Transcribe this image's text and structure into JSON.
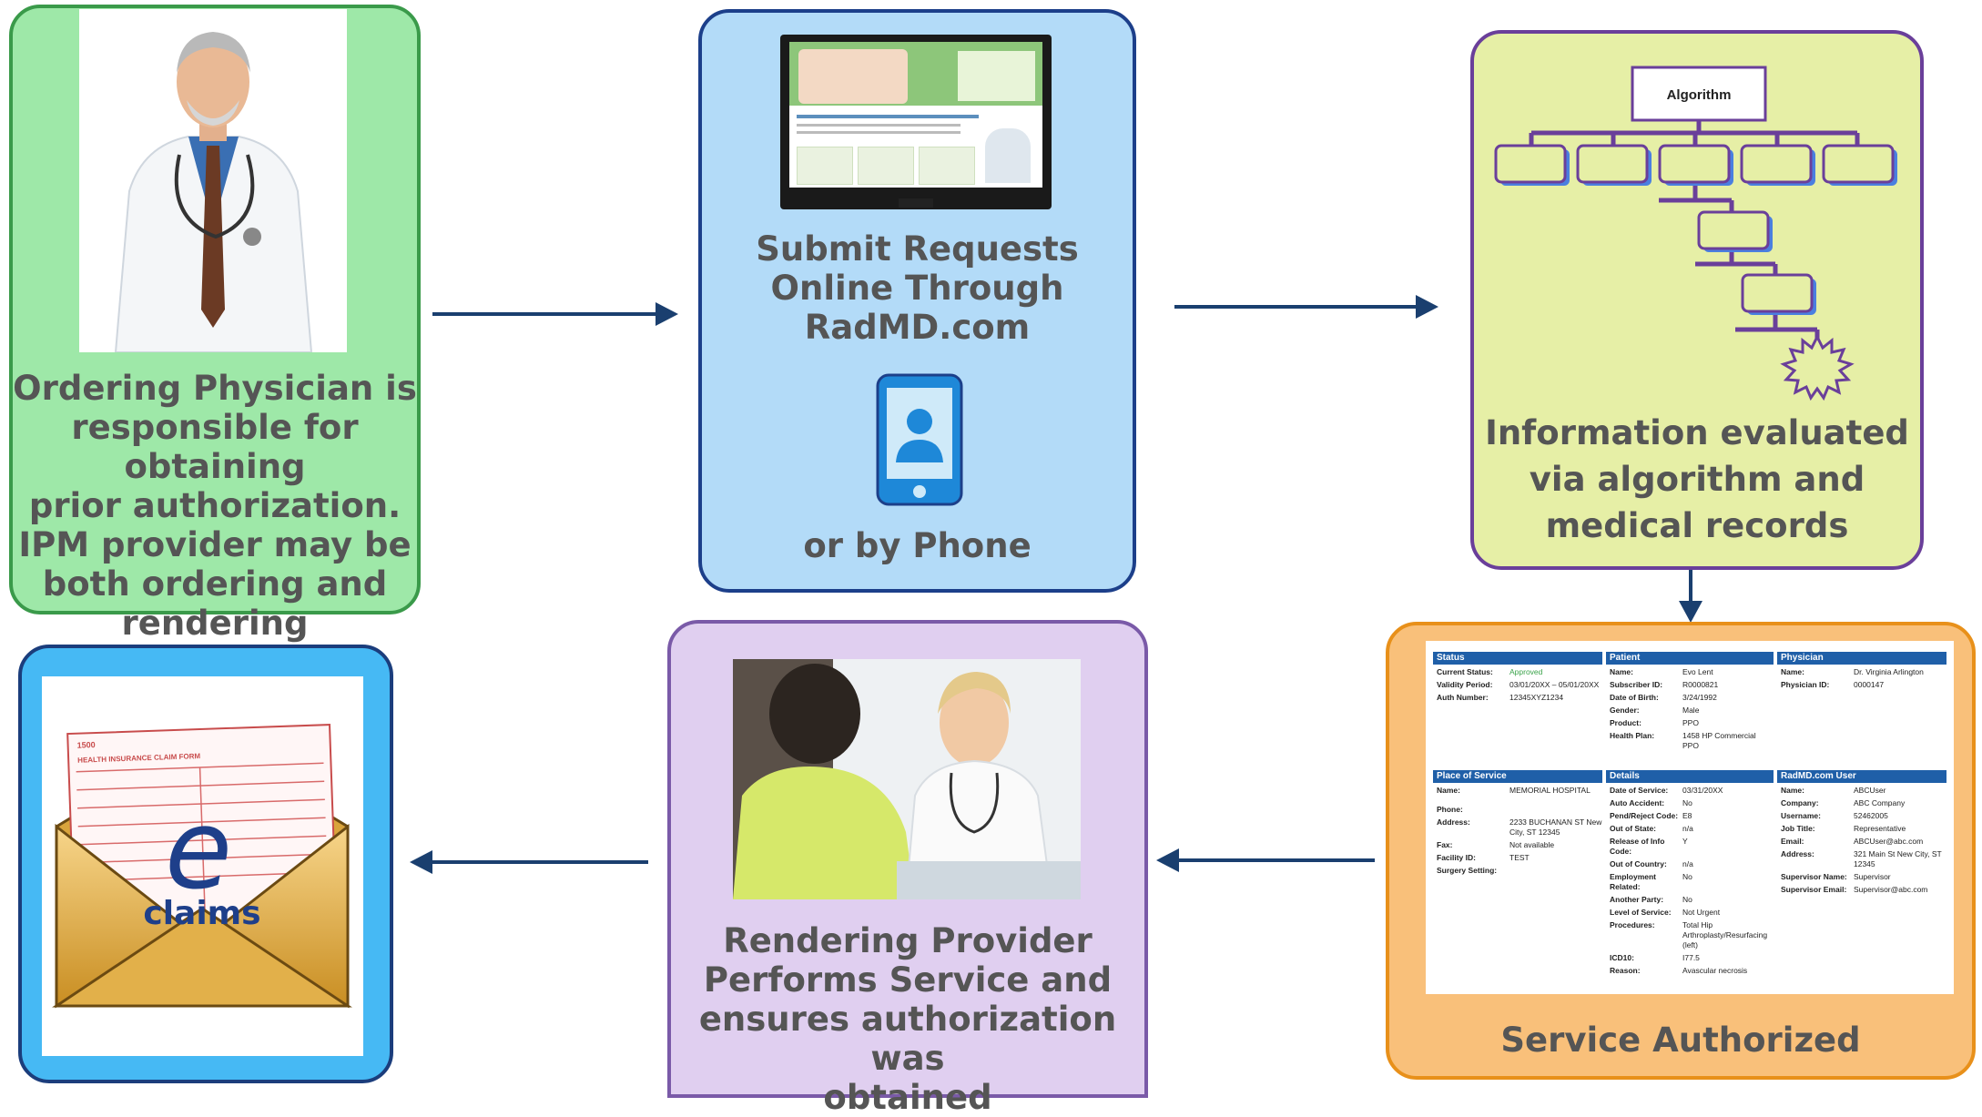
{
  "steps": {
    "ordering": {
      "caption": [
        "Ordering Physician is",
        "responsible for obtaining",
        "prior authorization.",
        "IPM provider may be",
        "both ordering and",
        "rendering"
      ]
    },
    "submit": {
      "caption": [
        "Submit Requests",
        "Online Through",
        "RadMD.com"
      ],
      "phone_caption": "or by Phone"
    },
    "evaluate": {
      "caption": [
        "Information evaluated",
        "via algorithm and",
        "medical records"
      ],
      "algorithm_label": "Algorithm"
    },
    "authorized": {
      "caption": "Service Authorized"
    },
    "rendering": {
      "caption": [
        "Rendering Provider",
        "Performs Service and",
        "ensures authorization was",
        "obtained"
      ]
    },
    "eclaims": {
      "e_letter": "e",
      "claims_label": "claims",
      "form_title": "HEALTH INSURANCE CLAIM FORM",
      "form_badge": "1500"
    }
  },
  "colors": {
    "green_fill": "#9ee8a8",
    "green_border": "#3a9a4a",
    "blue_fill": "#b3dbf8",
    "blue_border": "#1c3f8a",
    "yellow_fill": "#e6efa6",
    "yellow_border": "#6a3f9a",
    "orange_fill": "#f9c07a",
    "orange_border": "#e8901a",
    "lavender_fill": "#e0cff0",
    "lavender_border": "#7a5aa8",
    "cyan_fill": "#46b9f4",
    "cyan_border": "#1b3d7c",
    "arrow": "#1a3f6f"
  },
  "auth_form": {
    "status": {
      "header": "Status",
      "rows": [
        [
          "Current Status:",
          "Approved"
        ],
        [
          "Validity Period:",
          "03/01/20XX – 05/01/20XX"
        ],
        [
          "Auth Number:",
          "12345XYZ1234"
        ]
      ]
    },
    "patient": {
      "header": "Patient",
      "rows": [
        [
          "Name:",
          "Evo Lent"
        ],
        [
          "Subscriber ID:",
          "R0000821"
        ],
        [
          "Date of Birth:",
          "3/24/1992"
        ],
        [
          "Gender:",
          "Male"
        ],
        [
          "Product:",
          "PPO"
        ],
        [
          "Health Plan:",
          "1458 HP     Commercial PPO"
        ]
      ]
    },
    "physician": {
      "header": "Physician",
      "rows": [
        [
          "Name:",
          "Dr. Virginia Arlington"
        ],
        [
          "Physician ID:",
          "0000147"
        ]
      ]
    },
    "place": {
      "header": "Place of Service",
      "rows": [
        [
          "Name:",
          "MEMORIAL HOSPITAL"
        ],
        [
          "Phone:",
          ""
        ],
        [
          "Address:",
          "2233 BUCHANAN ST New City, ST 12345"
        ],
        [
          "Fax:",
          "Not available"
        ],
        [
          "Facility ID:",
          "TEST"
        ],
        [
          "Surgery Setting:",
          ""
        ]
      ]
    },
    "details": {
      "header": "Details",
      "rows": [
        [
          "Date of Service:",
          "03/31/20XX"
        ],
        [
          "Auto Accident:",
          "No"
        ],
        [
          "Pend/Reject Code:",
          "E8"
        ],
        [
          "Out of State:",
          "n/a"
        ],
        [
          "Release of Info Code:",
          "Y"
        ],
        [
          "Out of Country:",
          "n/a"
        ],
        [
          "Employment Related:",
          "No"
        ],
        [
          "Another Party:",
          "No"
        ],
        [
          "Level of Service:",
          "Not Urgent"
        ],
        [
          "Procedures:",
          "Total Hip Arthroplasty/Resurfacing (left)"
        ],
        [
          "ICD10:",
          "I77.5"
        ],
        [
          "Reason:",
          "Avascular necrosis"
        ]
      ]
    },
    "user": {
      "header": "RadMD.com User",
      "rows": [
        [
          "Name:",
          "ABCUser"
        ],
        [
          "Company:",
          "ABC Company"
        ],
        [
          "Username:",
          "52462005"
        ],
        [
          "Job Title:",
          "Representative"
        ],
        [
          "Email:",
          "ABCUser@abc.com"
        ],
        [
          "Address:",
          "321 Main St New City, ST 12345"
        ],
        [
          "Supervisor Name:",
          "Supervisor"
        ],
        [
          "Supervisor Email:",
          "Supervisor@abc.com"
        ]
      ]
    }
  }
}
